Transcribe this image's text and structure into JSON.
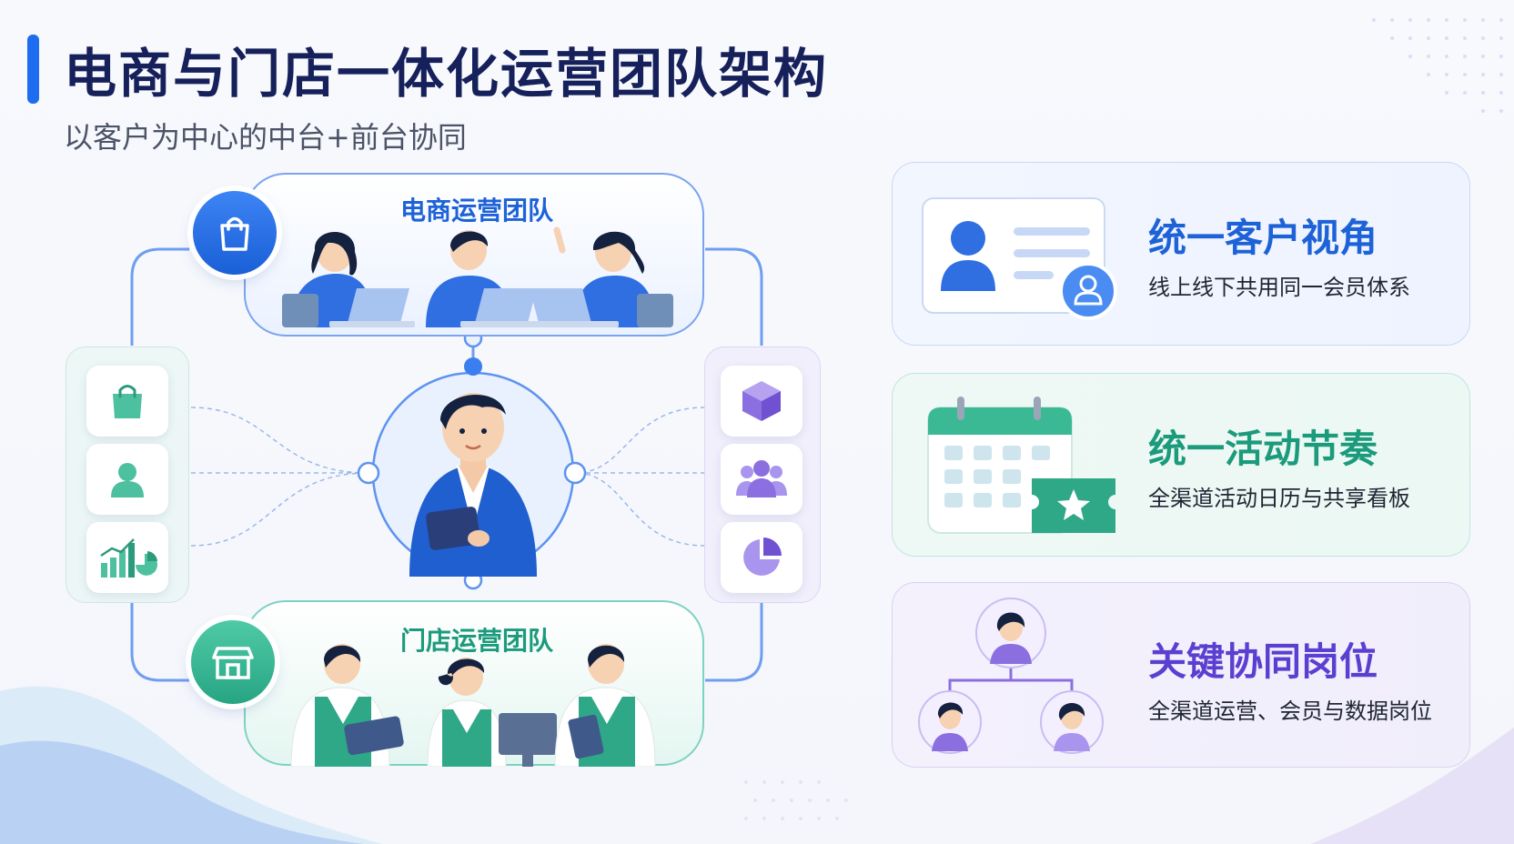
{
  "header": {
    "title": "电商与门店一体化运营团队架构",
    "subtitle": "以客户为中心的中台+前台协同"
  },
  "diagram": {
    "top_team": {
      "label": "电商运营团队",
      "icon": "shopping-bag-icon"
    },
    "bottom_team": {
      "label": "门店运营团队",
      "icon": "storefront-icon"
    },
    "center": {
      "icon": "manager-person-icon"
    },
    "left_column_icons": [
      "shopping-bag-icon",
      "user-icon",
      "bar-chart-icon"
    ],
    "right_column_icons": [
      "cube-icon",
      "group-icon",
      "pie-chart-icon"
    ]
  },
  "cards": [
    {
      "title": "统一客户视角",
      "desc": "线上线下共用同一会员体系",
      "icon": "member-card-icon",
      "color": "#1e62d8"
    },
    {
      "title": "统一活动节奏",
      "desc": "全渠道活动日历与共享看板",
      "icon": "calendar-ticket-icon",
      "color": "#1c9a7c"
    },
    {
      "title": "关键协同岗位",
      "desc": "全渠道运营、会员与数据岗位",
      "icon": "org-chart-icon",
      "color": "#5b3fd0"
    }
  ],
  "colors": {
    "primary_blue": "#1e6cf0",
    "green": "#27a583",
    "purple": "#8b6fe0",
    "title_navy": "#16205a"
  }
}
